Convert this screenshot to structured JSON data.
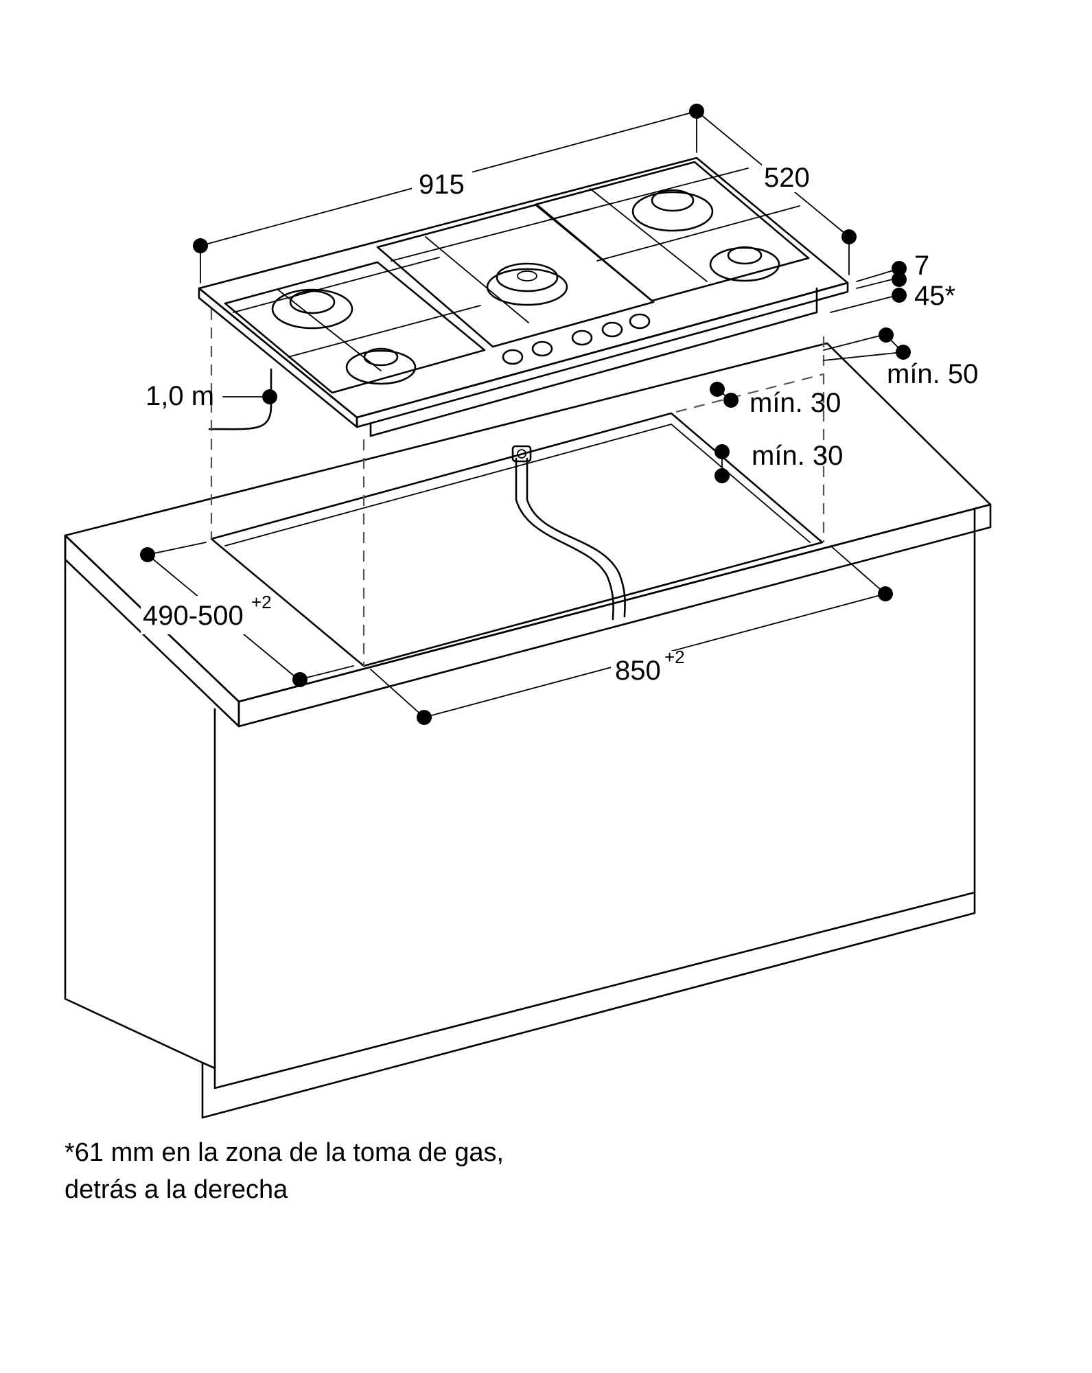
{
  "dimensions": {
    "width": "915",
    "depth": "520",
    "glass_thickness": "7",
    "height_asterisk": "45*",
    "cable_length": "1,0 m",
    "min_right_rear": "mín. 50",
    "min_rear_1": "mín. 30",
    "min_rear_2": "mín. 30",
    "cutout_depth": "490-500",
    "cutout_depth_tolerance": "+2",
    "cutout_width": "850",
    "cutout_width_tolerance": "+2"
  },
  "footnote": {
    "line1": "*61 mm en la zona de la toma de gas,",
    "line2": "detrás a la derecha"
  }
}
